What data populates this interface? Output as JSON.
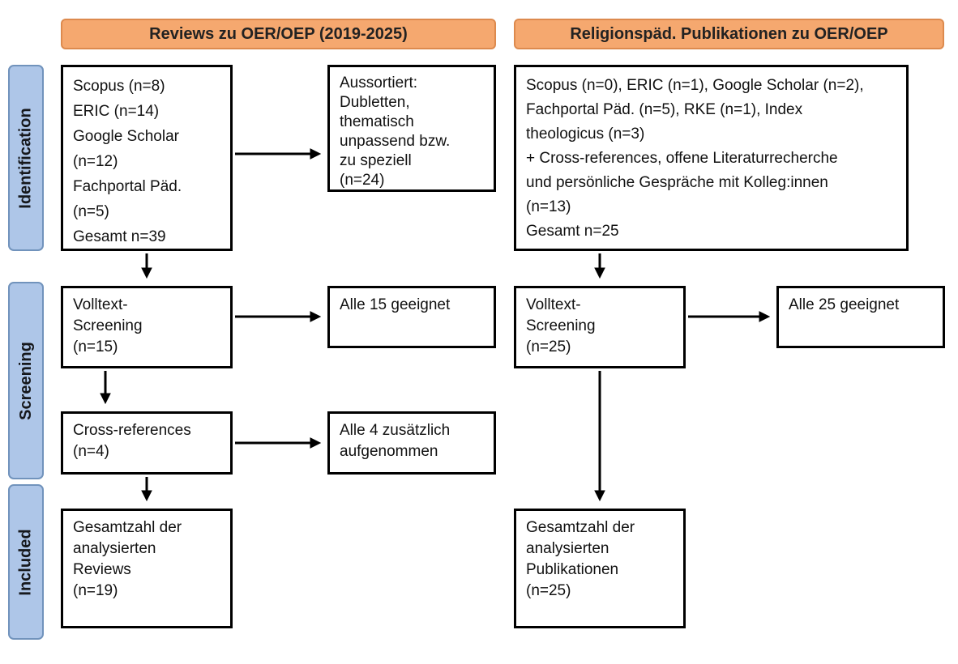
{
  "stages": {
    "identification": "Identification",
    "screening": "Screening",
    "included": "Included"
  },
  "left": {
    "header": "Reviews zu OER/OEP (2019-2025)",
    "sources": "Scopus (n=8)\nERIC (n=14)\nGoogle Scholar\n(n=12)\nFachportal Päd.\n(n=5)\nGesamt n=39",
    "excluded": "Aussortiert:\nDubletten,\nthematisch\nunpassend bzw.\nzu speziell\n(n=24)",
    "fulltext": "Volltext-\nScreening\n(n=15)",
    "eligible": "Alle 15 geeignet",
    "crossref": "Cross-references\n(n=4)",
    "added": "Alle 4 zusätzlich\naufgenommen",
    "total": "Gesamtzahl der\nanalysierten\nReviews\n(n=19)"
  },
  "right": {
    "header": "Religionspäd. Publikationen zu OER/OEP",
    "sources": "Scopus (n=0), ERIC (n=1), Google Scholar (n=2),\nFachportal Päd. (n=5), RKE (n=1), Index\ntheologicus (n=3)\n+ Cross-references, offene Literaturrecherche\nund persönliche Gespräche mit Kolleg:innen\n(n=13)\nGesamt n=25",
    "fulltext": "Volltext-\nScreening\n(n=25)",
    "eligible": "Alle 25 geeignet",
    "total": "Gesamtzahl der\nanalysierten\nPublikationen\n(n=25)"
  },
  "colors": {
    "header_bg": "#F5A86F",
    "header_border": "#DD8A4E",
    "stage_bg": "#AEC6E8",
    "stage_border": "#7193BC",
    "box_border": "#000000"
  }
}
